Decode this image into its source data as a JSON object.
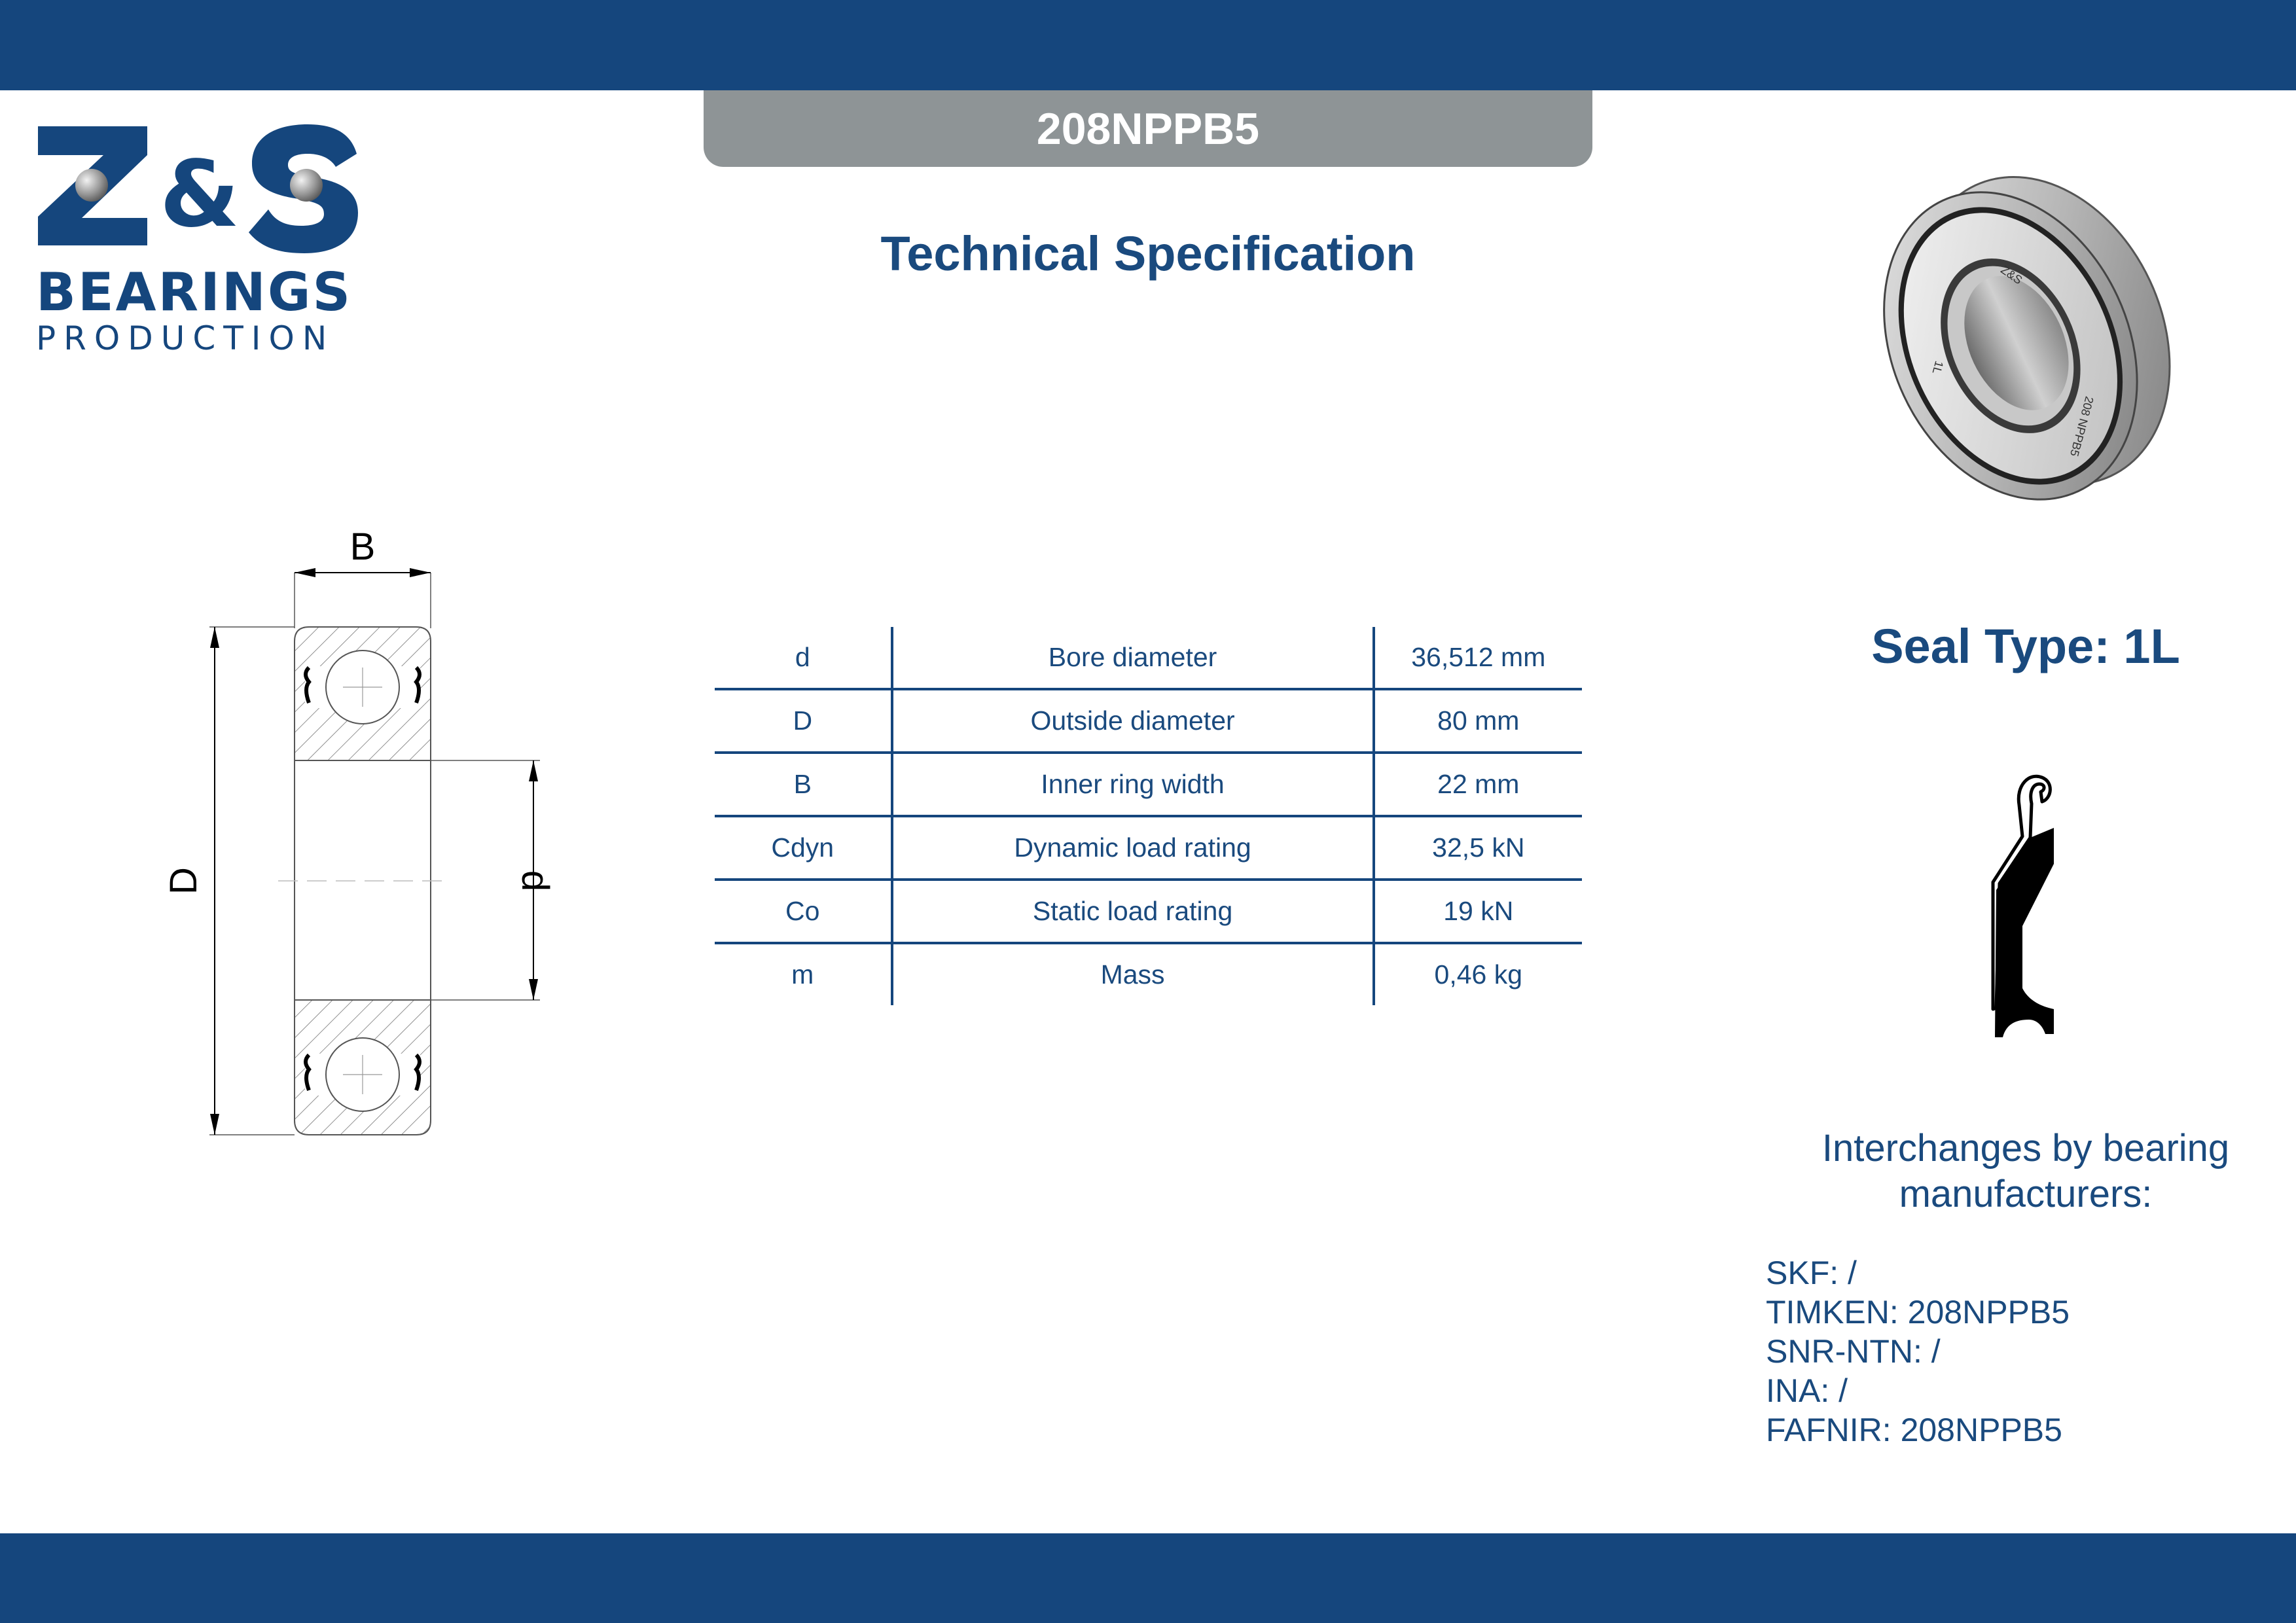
{
  "model": "208NPPB5",
  "title": "Technical Specification",
  "logo": {
    "line1": "BEARINGS",
    "line2": "PRODUCTION",
    "brand_text": "Z&S"
  },
  "drawing": {
    "labels": {
      "B": "B",
      "D": "D",
      "d": "d"
    }
  },
  "specs": [
    {
      "symbol": "d",
      "name": "Bore diameter",
      "value": "36,512 mm"
    },
    {
      "symbol": "D",
      "name": "Outside diameter",
      "value": "80 mm"
    },
    {
      "symbol": "B",
      "name": "Inner ring width",
      "value": "22 mm"
    },
    {
      "symbol": "Cdyn",
      "name": "Dynamic load rating",
      "value": "32,5 kN"
    },
    {
      "symbol": "Co",
      "name": "Static load rating",
      "value": "19 kN"
    },
    {
      "symbol": "m",
      "name": "Mass",
      "value": "0,46 kg"
    }
  ],
  "photo": {
    "brand_text": "Z&S",
    "code_text": "208 NPPB5",
    "seal_text": "1L"
  },
  "seal": {
    "title": "Seal Type: 1L"
  },
  "interchanges": {
    "title_line1": "Interchanges by bearing",
    "title_line2": "manufacturers:",
    "items": [
      "SKF: /",
      "TIMKEN: 208NPPB5",
      "SNR-NTN: /",
      "INA: /",
      "FAFNIR: 208NPPB5"
    ]
  },
  "colors": {
    "brand_blue": "#15467d",
    "text_blue": "#1a4a7e",
    "tab_gray": "#8e9496"
  }
}
